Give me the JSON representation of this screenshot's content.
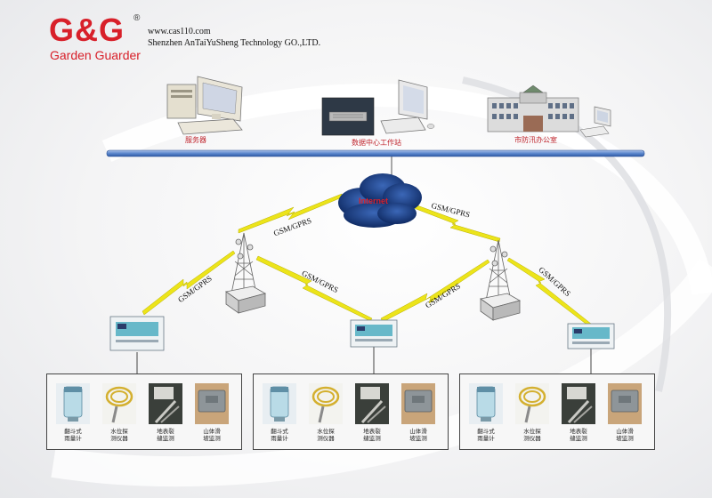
{
  "header": {
    "logo_text": "G&G",
    "logo_registered": "®",
    "logo_subtitle": "Garden Guarder",
    "website": "www.cas110.com",
    "company": "Shenzhen AnTaiYuSheng  Technology GO.,LTD."
  },
  "top_nodes": [
    {
      "label": "服务器",
      "icon": "server-computer-icon"
    },
    {
      "label": "数据中心工作站",
      "icon": "data-center-workstation-icon"
    },
    {
      "label": "市防汛办公室",
      "icon": "flood-control-office-building-icon"
    }
  ],
  "cloud": {
    "label": "Internet"
  },
  "link_labels": [
    "GSM/GPRS",
    "GSM/GPRS",
    "GSM/GPRS",
    "GSM/GPRS",
    "GSM/GPRS",
    "GSM/GPRS"
  ],
  "sensor_groups": [
    {
      "devices": [
        {
          "label_line1": "翻斗式",
          "label_line2": "雨量计"
        },
        {
          "label_line1": "水位探",
          "label_line2": "测仪器"
        },
        {
          "label_line1": "地表裂",
          "label_line2": "缝监测"
        },
        {
          "label_line1": "山体滑",
          "label_line2": "坡监测"
        }
      ]
    },
    {
      "devices": [
        {
          "label_line1": "翻斗式",
          "label_line2": "雨量计"
        },
        {
          "label_line1": "水位探",
          "label_line2": "测仪器"
        },
        {
          "label_line1": "地表裂",
          "label_line2": "缝监测"
        },
        {
          "label_line1": "山体滑",
          "label_line2": "坡监测"
        }
      ]
    },
    {
      "devices": [
        {
          "label_line1": "翻斗式",
          "label_line2": "雨量计"
        },
        {
          "label_line1": "水位探",
          "label_line2": "测仪器"
        },
        {
          "label_line1": "地表裂",
          "label_line2": "缝监测"
        },
        {
          "label_line1": "山体滑",
          "label_line2": "坡监测"
        }
      ]
    }
  ],
  "colors": {
    "brand_red": "#d8202a",
    "lightning_yellow": "#e8e000",
    "bus_blue": "#3f6fb8",
    "cloud_blue": "#1c3f86"
  }
}
